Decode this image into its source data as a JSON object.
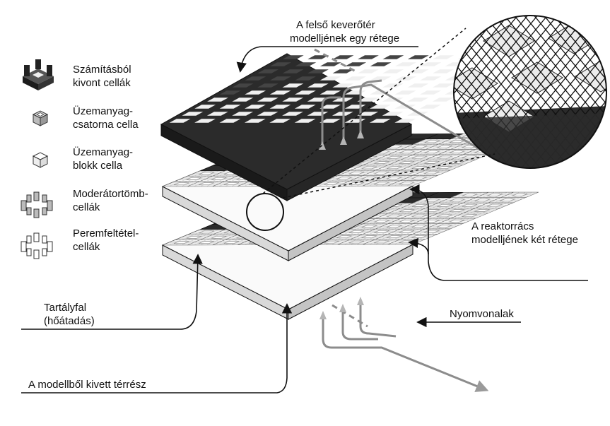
{
  "legend": [
    {
      "icon": "excluded-cells-icon",
      "line1": "Számításból",
      "line2": "kivont cellák"
    },
    {
      "icon": "fuel-channel-cell-icon",
      "line1": "Üzemanyag-",
      "line2": "csatorna cella"
    },
    {
      "icon": "fuel-block-cell-icon",
      "line1": "Üzemanyag-",
      "line2": "blokk cella"
    },
    {
      "icon": "moderator-block-cells-icon",
      "line1": "Moderátortömb-",
      "line2": "cellák"
    },
    {
      "icon": "boundary-condition-cells-icon",
      "line1": "Peremfeltétel-",
      "line2": "cellák"
    }
  ],
  "annotations": {
    "top_mixing_line1": "A felső keverőtér",
    "top_mixing_line2": "modelljének egy rétege",
    "reactor_grid_line1": "A reaktorrács",
    "reactor_grid_line2": "modelljének két rétege",
    "tank_wall_line1": "Tartályfal",
    "tank_wall_line2": "(hőátadás)",
    "tracks": "Nyomvonalak",
    "excluded_space": "A modellből kivett térrész"
  },
  "colors": {
    "dark": "#2b2b2b",
    "dark_side": "#1a1a1a",
    "light_cell": "#f0f0f0",
    "grid_line": "#6e6e6e",
    "track": "#8c8c8c",
    "line": "#111111"
  }
}
